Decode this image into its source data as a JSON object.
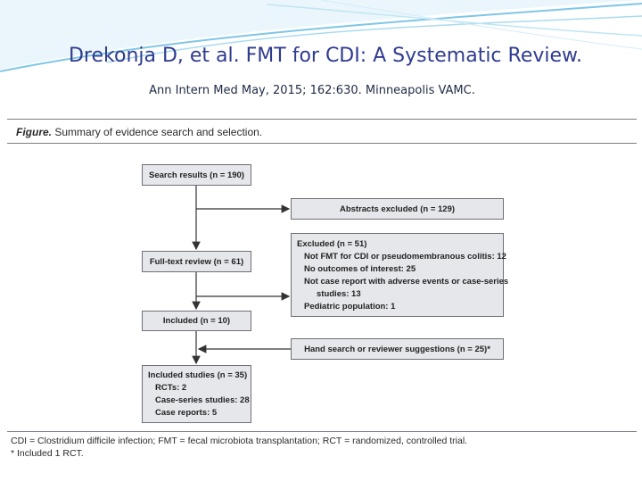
{
  "slide": {
    "title": "Drekonja D, et al. FMT for CDI: A Systematic Review.",
    "subtitle": "Ann Intern Med  May, 2015; 162:630. Minneapolis VAMC."
  },
  "figure": {
    "caption_label": "Figure.",
    "caption_text": " Summary of evidence search and selection.",
    "search_results": "Search results (n = 190)",
    "abstracts_excluded": "Abstracts excluded (n = 129)",
    "excluded": {
      "title": "Excluded (n = 51)",
      "items": [
        "Not FMT for CDI or pseudomembranous colitis: 12",
        "No outcomes of interest: 25",
        "Not case report with adverse events or case-series",
        "studies: 13",
        "Pediatric population: 1"
      ]
    },
    "full_text_review": "Full-text review (n = 61)",
    "included": "Included (n = 10)",
    "hand_search": "Hand search or reviewer suggestions (n = 25)*",
    "included_studies": {
      "title": "Included studies (n = 35)",
      "items": [
        "RCTs: 2",
        "Case-series studies: 28",
        "Case reports: 5"
      ]
    },
    "footnote_1": "CDI = Clostridium difficile infection; FMT = fecal microbiota transplantation; RCT = randomized, controlled trial.",
    "footnote_2": "* Included 1 RCT."
  },
  "colors": {
    "title": "#2f3b8f",
    "box_fill": "#e6e7eb",
    "box_border": "#6d7076",
    "swoosh": "#7fc6e6"
  }
}
